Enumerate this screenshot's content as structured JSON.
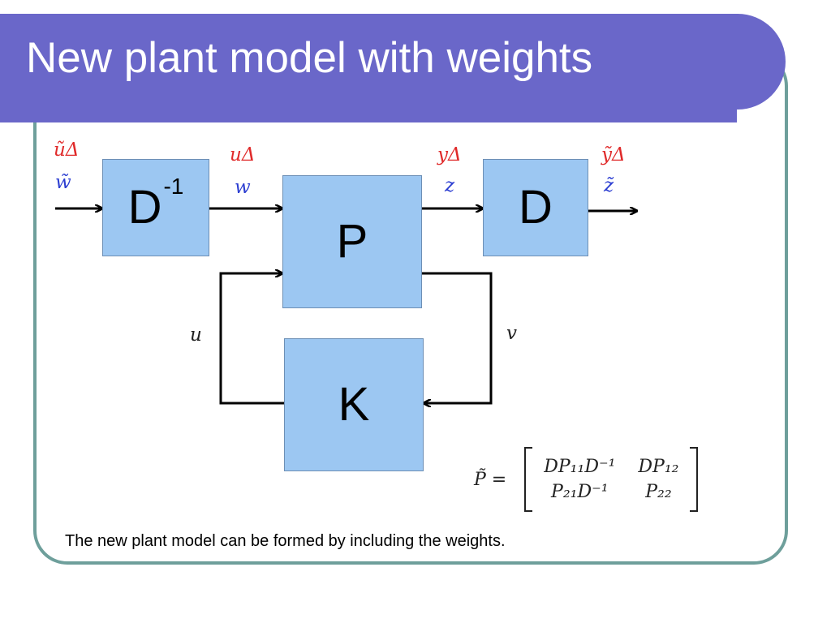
{
  "slide": {
    "title": "New plant model with weights",
    "caption": "The new plant model can be formed by including the weights."
  },
  "diagram": {
    "blocks": {
      "d_inverse": {
        "label": "D",
        "superscript": "-1"
      },
      "plant": {
        "label": "P"
      },
      "weight": {
        "label": "D"
      },
      "controller": {
        "label": "K"
      }
    },
    "signals": {
      "input_top": "ũΔ",
      "input_bottom": "w̃",
      "mid_left_top": "uΔ",
      "mid_left_bottom": "w",
      "mid_right_top": "yΔ",
      "mid_right_bottom": "z",
      "output_top": "ỹΔ",
      "output_bottom": "z̃",
      "control": "u",
      "measurement": "v"
    },
    "formula": {
      "lhs": "P̃ =",
      "matrix": {
        "r1c1": "DP₁₁D⁻¹",
        "r1c2": "DP₁₂",
        "r2c1": "P₂₁D⁻¹",
        "r2c2": "P₂₂"
      }
    }
  },
  "colors": {
    "title_bar": "#6a67c9",
    "frame": "#6e9f9b",
    "block_fill": "#9cc7f2",
    "signal_red": "#e02a2a",
    "signal_blue": "#2c3ed1"
  }
}
